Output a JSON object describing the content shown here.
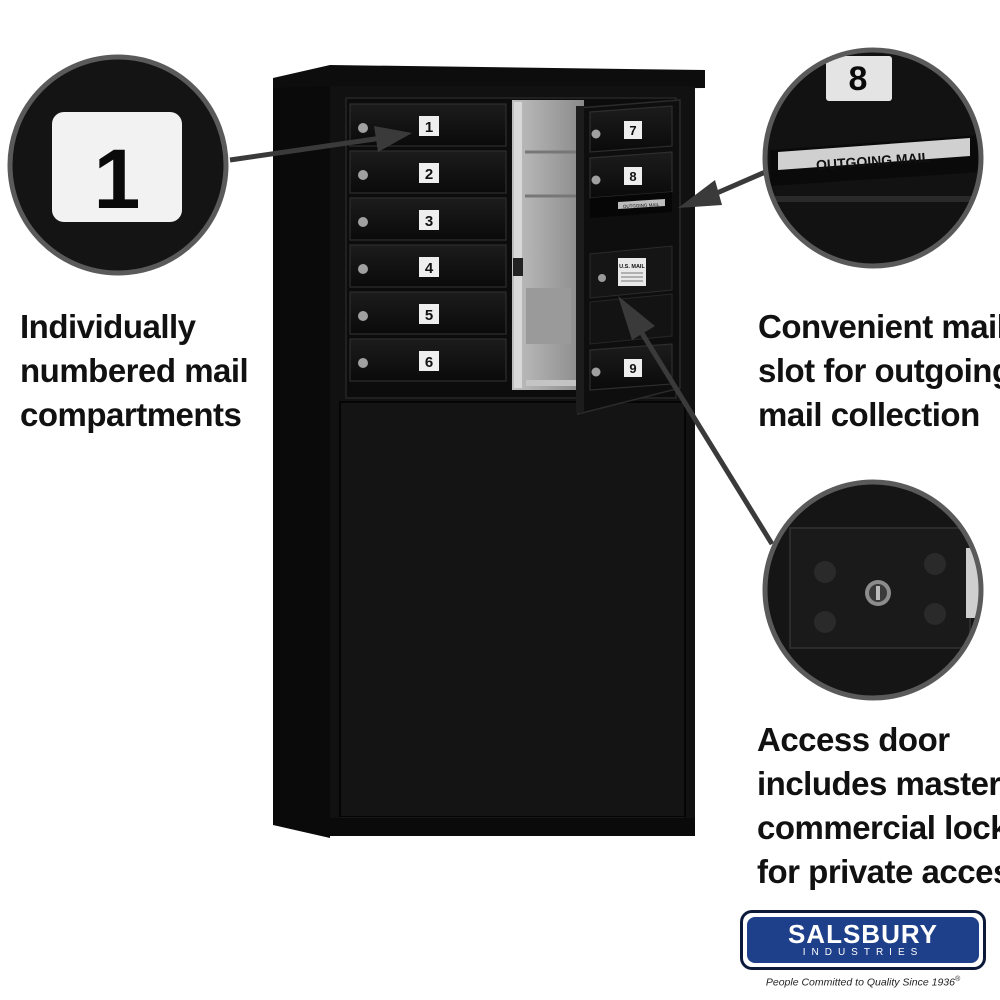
{
  "callouts": {
    "left": {
      "lines": [
        "Individually",
        "numbered mail",
        "compartments"
      ],
      "badge": "1"
    },
    "right_top": {
      "lines": [
        "Convenient mail",
        "slot for outgoing",
        "mail collection"
      ],
      "badge": "8",
      "slot_label": "OUTGOING MAIL"
    },
    "right_bottom": {
      "lines": [
        "Access door",
        "includes master",
        "commercial lock",
        "for private access"
      ]
    }
  },
  "mailbox": {
    "left_doors": [
      "1",
      "2",
      "3",
      "4",
      "5",
      "6"
    ],
    "right_doors": [
      "7",
      "8",
      "9"
    ],
    "slot_label": "OUTGOING MAIL",
    "sticker": "U.S. MAIL",
    "color": "#111111"
  },
  "brand": {
    "name": "SALSBURY",
    "subtitle": "INDUSTRIES",
    "registered": "®",
    "tagline": "People Committed to Quality Since 1936",
    "color": "#1e3f8a"
  }
}
